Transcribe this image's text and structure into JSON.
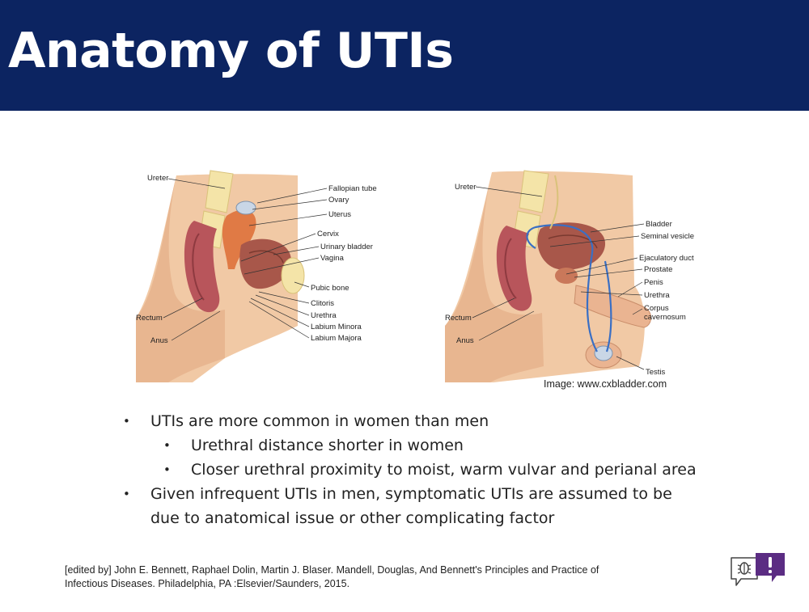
{
  "slide": {
    "title": "Anatomy of UTIs",
    "colors": {
      "header_bg": "#0c2461",
      "title_text": "#ffffff",
      "logo_accent": "#5b2c83"
    }
  },
  "figures": {
    "female": {
      "labels": [
        "Ureter",
        "Fallopian tube",
        "Ovary",
        "Uterus",
        "Cervix",
        "Urinary bladder",
        "Vagina",
        "Pubic bone",
        "Clitoris",
        "Urethra",
        "Labium Minora",
        "Labium Majora",
        "Rectum",
        "Anus"
      ]
    },
    "male": {
      "labels": [
        "Ureter",
        "Bladder",
        "Seminal vesicle",
        "Ejaculatory duct",
        "Prostate",
        "Penis",
        "Urethra",
        "Corpus",
        "cavernosum",
        "Testis",
        "Rectum",
        "Anus"
      ]
    },
    "credit": "Image: www.cxbladder.com"
  },
  "bullets": [
    {
      "level": 1,
      "text": "UTIs are more common in women than men"
    },
    {
      "level": 2,
      "text": "Urethral distance shorter in women"
    },
    {
      "level": 2,
      "text": "Closer urethral proximity to moist, warm vulvar and perianal area"
    },
    {
      "level": 1,
      "lines": [
        "Given infrequent UTIs in men, symptomatic UTIs are assumed to be",
        "due to anatomical issue or other complicating factor"
      ]
    }
  ],
  "citation": {
    "line1": "[edited by] John E. Bennett, Raphael Dolin, Martin J. Blaser. Mandell, Douglas, And Bennett's Principles and Practice of",
    "line2": "Infectious Diseases. Philadelphia, PA :Elsevier/Saunders, 2015."
  },
  "bullet_glyph": "•",
  "logo": {
    "icons": [
      "bug-icon",
      "exclamation-icon"
    ]
  }
}
